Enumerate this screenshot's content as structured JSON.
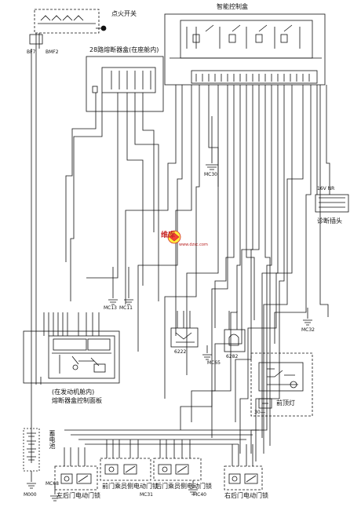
{
  "labels": {
    "ignition_switch": "点火开关",
    "smart_control_box": "智能控制盒",
    "fuse_box_28": "28路熔断器盒(在座舱内)",
    "diagnostic_connector": "诊断插头",
    "engine_fuse_panel_line1": "(在发动机舱内)",
    "engine_fuse_panel_line2": "熔断器盒控制面板",
    "battery": "蓄电池",
    "ceiling_light": "前顶灯",
    "rear_left_door_lock": "左后门电动门锁",
    "front_passenger_door_lock": "前门乘员侧电动门锁",
    "rear_passenger_door_lock": "后门乘员侧电动门锁",
    "right_rear_door_lock": "右后门电动门锁"
  },
  "codes": {
    "mc30": "MC30",
    "mc32": "MC32",
    "mc13": "MC13",
    "mc11": "MC11",
    "mc65": "MC65",
    "mc68": "MC68",
    "mc31": "MC31",
    "mc40": "MC40",
    "m000": "M000",
    "c6222": "6222",
    "c6282": "6282",
    "c30": "30---",
    "bf7": "BF7",
    "bmf2": "BMF2",
    "v16nr": "16V NR"
  },
  "watermark": {
    "brand": "维库",
    "url": "www.dzsc.com"
  }
}
